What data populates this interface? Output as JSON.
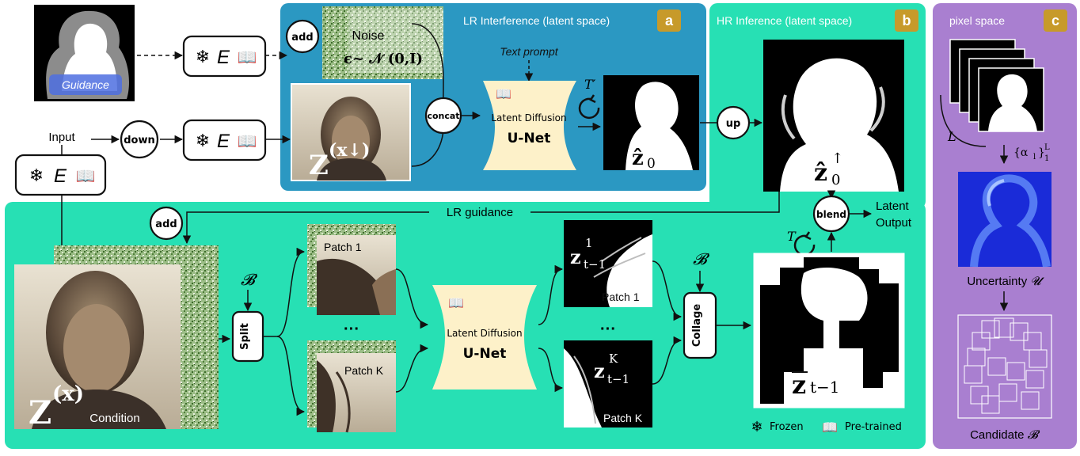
{
  "panels": {
    "a": {
      "title": "LR Interference (latent space)",
      "badge": "a"
    },
    "b": {
      "title": "HR Inference (latent space)",
      "badge": "b"
    },
    "c": {
      "title": "pixel space",
      "badge": "c"
    }
  },
  "guidance_label": "Guidance",
  "input_label": "Input",
  "encoder_letter": "E",
  "ops": {
    "add": "add",
    "down": "down",
    "concat": "concat",
    "up": "up",
    "blend": "blend",
    "split": "Split",
    "collage": "Collage"
  },
  "noise_title": "Noise",
  "noise_formula": "ϵ~ 𝒩 (0,I)",
  "text_prompt": "Text prompt",
  "unet": {
    "line1": "Latent Diffusion",
    "line2": "U-Net"
  },
  "latent_low": "Z",
  "latent_low_sup": "(x↓)",
  "t_prime": "T′",
  "z0_hat": "ẑ",
  "z0_hat_sub": "0",
  "z0_up_sup": "↑",
  "lr_guidance": "LR guidance",
  "latent_output": [
    "Latent",
    "Output"
  ],
  "t_label": "T",
  "b_cal": "𝓑",
  "condition_z": "Z",
  "condition_sup": "(x)",
  "condition_label": "Condition",
  "patch1": "Patch 1",
  "patchK": "Patch K",
  "ellipsis": "···",
  "zt_top": {
    "base": "z",
    "sup": "1",
    "sub": "t−1"
  },
  "zt_bot": {
    "base": "z",
    "sup": "K",
    "sub": "t−1"
  },
  "zbar": {
    "base": "z",
    "sub": "t−1"
  },
  "legend": {
    "frozen": "Frozen",
    "pretrained": "Pre-trained"
  },
  "pixel": {
    "L": "L",
    "alpha_set": "{α",
    "alpha_sub": "l",
    "alpha_close": "}",
    "alpha_sup": "L",
    "alpha_sub2": "1",
    "uncertainty": "Uncertainty",
    "uncertainty_sym": "𝓤",
    "candidate": "Candidate",
    "candidate_sym": "𝓑"
  },
  "colors": {
    "panel_a": "#2b98c2",
    "panel_green": "#27e0b4",
    "panel_c": "#a97fd0",
    "badge": "#c79a2a",
    "unet": "#fdf1c9"
  }
}
